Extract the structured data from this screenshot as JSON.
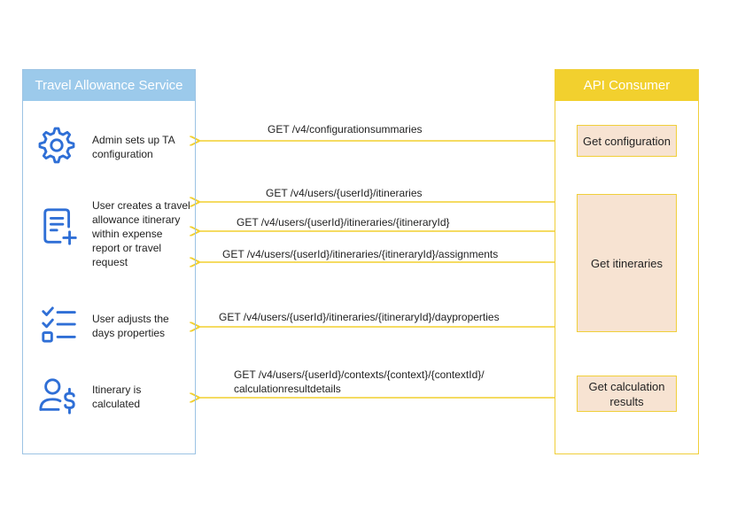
{
  "left_lane": {
    "title": "Travel Allowance Service"
  },
  "right_lane": {
    "title": "API Consumer"
  },
  "steps": [
    {
      "icon": "gear-icon",
      "text": "Admin sets up TA configuration"
    },
    {
      "icon": "document-add-icon",
      "text": "User creates a travel allowance itinerary within expense report or travel request"
    },
    {
      "icon": "checklist-icon",
      "text": "User adjusts the days properties"
    },
    {
      "icon": "user-dollar-icon",
      "text": "Itinerary is calculated"
    }
  ],
  "endpoints": [
    "GET  /v4/configurationsummaries",
    "GET /v4/users/{userId}/itineraries",
    "GET  /v4/users/{userId}/itineraries/{itineraryId}",
    "GET  /v4/users/{userId}/itineraries/{itineraryId}/assignments",
    "GET  /v4/users/{userId}/itineraries/{itineraryId}/dayproperties",
    "GET  /v4/users/{userId}/contexts/{context}/{contextId}/ calculationresultdetails"
  ],
  "consumer_boxes": [
    "Get configuration",
    "Get itineraries",
    "Get calculation results"
  ],
  "colors": {
    "left_header": "#9ccaeb",
    "right_header": "#f2d02e",
    "arrow": "#f2cf2e",
    "icon": "#2f6fd6",
    "box_fill": "#f7e3d2"
  }
}
